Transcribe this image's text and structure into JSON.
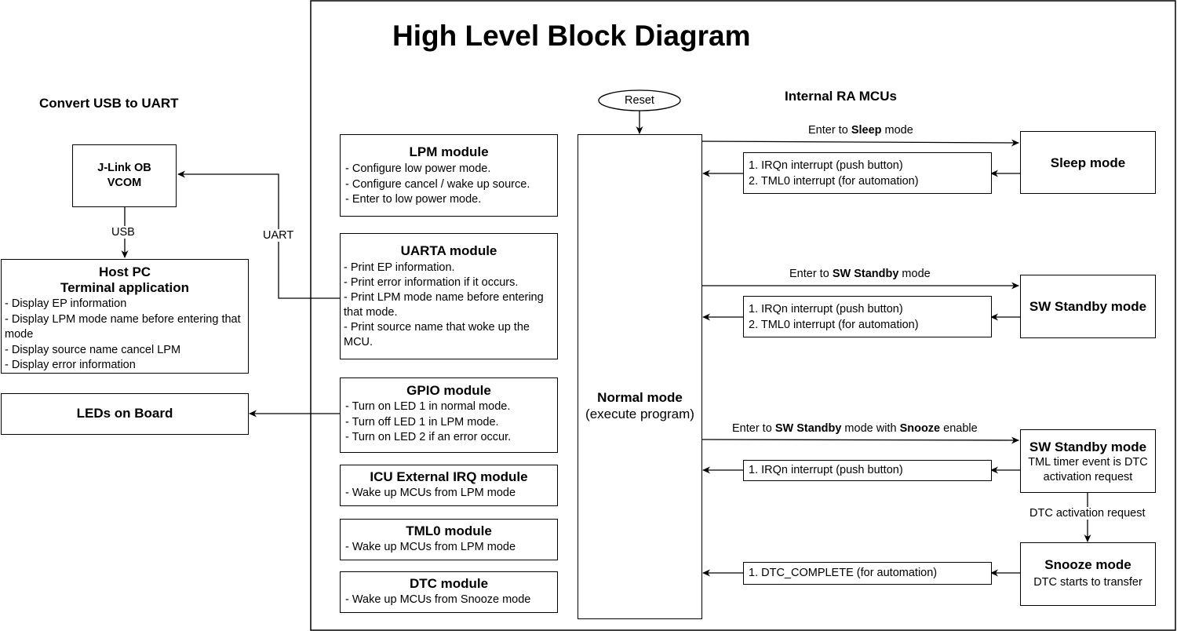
{
  "title": "High Level Block Diagram",
  "left_heading": "Convert USB to UART",
  "internal_heading": "Internal RA MCUs",
  "jlink": {
    "line1": "J-Link OB",
    "line2": "VCOM"
  },
  "usb_label": "USB",
  "uart_label": "UART",
  "host_pc": {
    "line1": "Host PC",
    "line2": "Terminal application",
    "items": [
      "- Display EP information",
      "- Display LPM mode name before entering that mode",
      "- Display source name cancel LPM",
      "- Display error information"
    ]
  },
  "leds": "LEDs on Board",
  "modules": {
    "lpm": {
      "title": "LPM module",
      "items": [
        "- Configure low power mode.",
        "- Configure cancel / wake up source.",
        "- Enter to low power mode."
      ]
    },
    "uarta": {
      "title": "UARTA module",
      "items": [
        "- Print EP information.",
        "- Print error information if it occurs.",
        "- Print LPM mode name before entering that mode.",
        "- Print source name that woke up the MCU."
      ]
    },
    "gpio": {
      "title": "GPIO module",
      "items": [
        "- Turn on LED 1 in normal mode.",
        "- Turn off LED 1 in LPM mode.",
        "- Turn on LED 2 if an error occur."
      ]
    },
    "icu": {
      "title": "ICU External IRQ module",
      "items": [
        "- Wake up MCUs from LPM mode"
      ]
    },
    "tml0": {
      "title": "TML0 module",
      "items": [
        "- Wake up MCUs from LPM mode"
      ]
    },
    "dtc": {
      "title": "DTC module",
      "items": [
        "- Wake up MCUs from Snooze mode"
      ]
    }
  },
  "reset": "Reset",
  "normal": {
    "line1": "Normal mode",
    "line2": "(execute program)"
  },
  "enter": {
    "sleep": {
      "pre": "Enter to ",
      "mode": "Sleep",
      "post": " mode"
    },
    "standby": {
      "pre": "Enter to ",
      "mode": "SW Standby",
      "post": " mode"
    },
    "snooze": {
      "pre": "Enter to ",
      "mode": "SW Standby",
      "mid": " mode with ",
      "mode2": "Snooze",
      "post": " enable"
    }
  },
  "wake": {
    "sleep": [
      "1. IRQn interrupt (push button)",
      "2. TML0 interrupt (for automation)"
    ],
    "standby": [
      "1. IRQn interrupt (push button)",
      "2. TML0 interrupt (for automation)"
    ],
    "snooze": [
      "1. IRQn interrupt (push button)"
    ],
    "dtc": [
      "1. DTC_COMPLETE (for automation)"
    ]
  },
  "modes": {
    "sleep": "Sleep mode",
    "standby": "SW Standby mode",
    "standby2": {
      "title": "SW Standby mode",
      "sub": "TML timer event is DTC activation request"
    },
    "snooze": {
      "title": "Snooze mode",
      "sub": "DTC starts to transfer"
    }
  },
  "dtc_req_label": "DTC activation request"
}
